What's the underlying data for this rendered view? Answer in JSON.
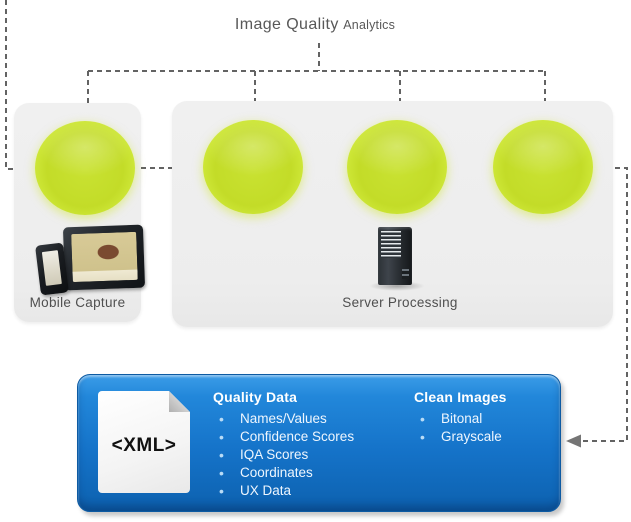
{
  "title": {
    "main": "Image Quality",
    "sub": "Analytics"
  },
  "pipeline": {
    "mobile_label": "Mobile Capture",
    "server_label": "Server Processing"
  },
  "output": {
    "xml_badge": "<XML>",
    "quality": {
      "heading": "Quality Data",
      "items": [
        "Names/Values",
        "Confidence Scores",
        "IQA Scores",
        "Coordinates",
        "UX Data"
      ]
    },
    "clean": {
      "heading": "Clean Images",
      "items": [
        "Bitonal",
        "Grayscale"
      ]
    }
  },
  "colors": {
    "step_circle_fill": "#c3dc28",
    "step_circle_ring": "#eef960",
    "stage_box_grey": "#efefef",
    "panel_blue": "#1573c9",
    "connector_grey": "#636363"
  }
}
